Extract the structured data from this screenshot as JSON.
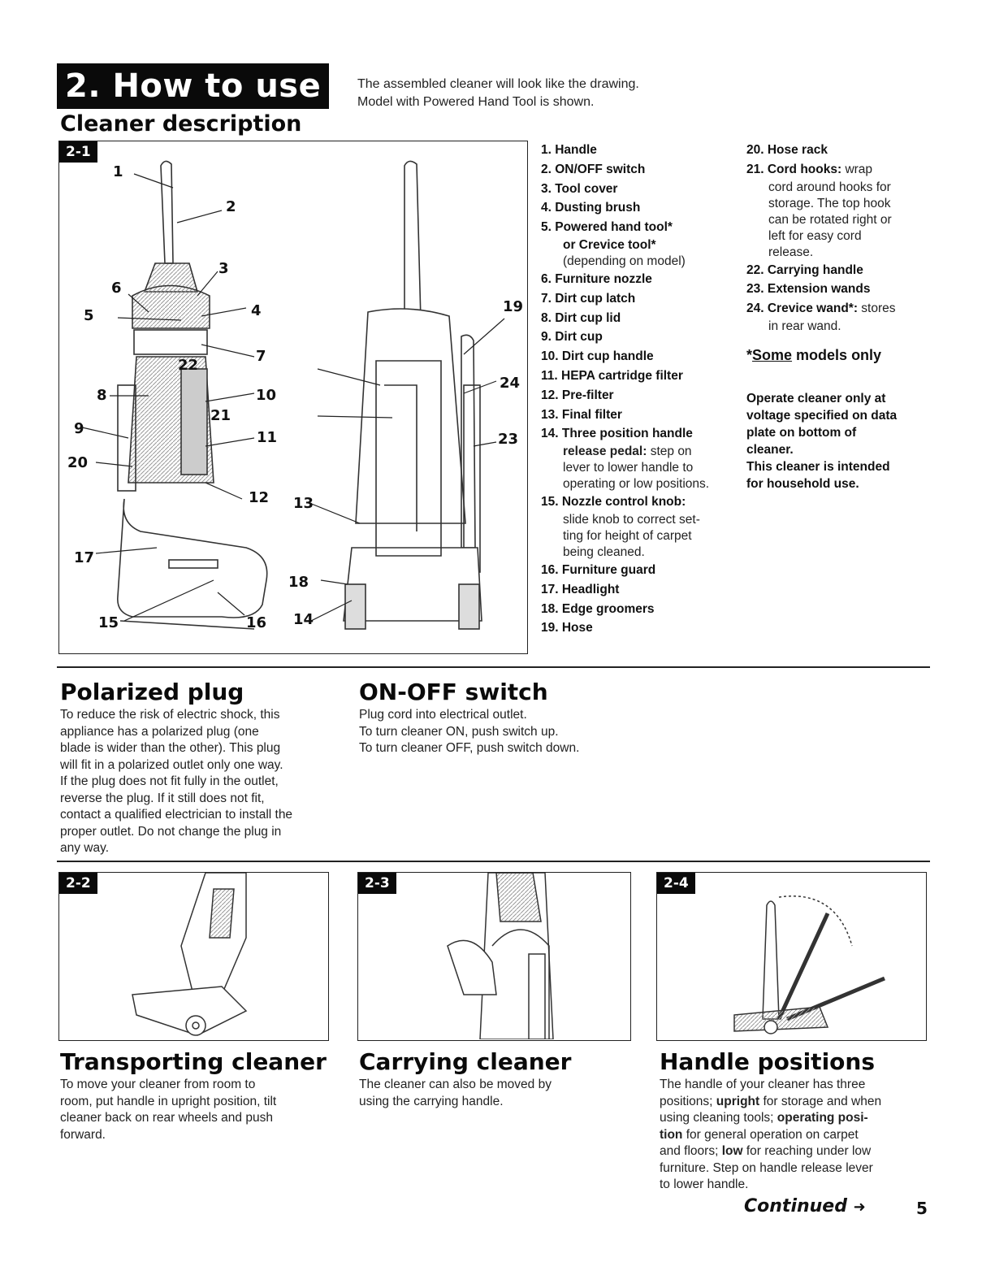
{
  "header": {
    "title": "2. How to use",
    "intro_line1": "The assembled cleaner will look like the drawing.",
    "intro_line2": "Model with Powered Hand Tool is shown.",
    "subtitle": "Cleaner description"
  },
  "figure_2_1": {
    "tag": "2-1",
    "callouts": [
      "1",
      "2",
      "3",
      "4",
      "5",
      "6",
      "7",
      "8",
      "9",
      "10",
      "11",
      "12",
      "13",
      "14",
      "15",
      "16",
      "17",
      "18",
      "19",
      "20",
      "21",
      "22",
      "23",
      "24"
    ]
  },
  "parts_col1": {
    "p1": "1. Handle",
    "p2": "2. ON/OFF switch",
    "p3": "3. Tool cover",
    "p4": "4. Dusting brush",
    "p5": "5. Powered hand tool*",
    "p5b": "or Crevice tool*",
    "p5c": "(depending on model)",
    "p6": "6. Furniture nozzle",
    "p7": "7. Dirt cup latch",
    "p8": "8. Dirt cup lid",
    "p9": "9. Dirt cup",
    "p10": "10. Dirt cup handle",
    "p11": "11. HEPA cartridge filter",
    "p12": "12. Pre-filter",
    "p13": "13. Final filter",
    "p14": "14. Three position handle",
    "p14b": "release pedal:",
    "p14c": " step on",
    "p14d": "lever to lower handle to",
    "p14e": "operating or low positions.",
    "p15": "15. Nozzle control knob:",
    "p15b": "slide knob to correct set-",
    "p15c": "ting for height of carpet",
    "p15d": "being cleaned.",
    "p16": "16. Furniture guard",
    "p17": "17. Headlight",
    "p18": "18. Edge groomers",
    "p19": "19. Hose"
  },
  "parts_col2": {
    "p20": "20. Hose rack",
    "p21": "21. Cord hooks:",
    "p21b": " wrap",
    "p21c": "cord around hooks for",
    "p21d": "storage. The top hook",
    "p21e": "can be rotated right or",
    "p21f": "left for easy cord",
    "p21g": "release.",
    "p22": "22. Carrying handle",
    "p23": "23. Extension wands",
    "p24": "24. Crevice wand*:",
    "p24b": " stores",
    "p24c": "in rear wand.",
    "some_prefix": "*",
    "some_u": "Some",
    "some_rest": " models only",
    "warn1": "Operate cleaner only at",
    "warn2": "voltage specified on data",
    "warn3": "plate on bottom of",
    "warn4": "cleaner.",
    "warn5": "This cleaner is intended",
    "warn6": "for household use."
  },
  "polarized": {
    "title": "Polarized plug",
    "l1": "To reduce the risk of electric shock, this",
    "l2": "appliance has a polarized plug (one",
    "l3": "blade is wider than the other). This plug",
    "l4": "will fit in a polarized outlet only one way.",
    "l5": "If the plug does not fit fully in the outlet,",
    "l6": "reverse the plug. If it still does not fit,",
    "l7": "contact a qualified electrician to install the",
    "l8": "proper outlet. Do not change the plug in",
    "l9": "any way."
  },
  "onoff": {
    "title": "ON-OFF switch",
    "l1": "Plug cord into electrical outlet.",
    "l2": "To turn cleaner ON, push switch up.",
    "l3": "To turn cleaner OFF, push switch down."
  },
  "fig22": {
    "tag": "2-2"
  },
  "fig23": {
    "tag": "2-3"
  },
  "fig24": {
    "tag": "2-4"
  },
  "transport": {
    "title": "Transporting cleaner",
    "l1": "To move your cleaner from room to",
    "l2": "room, put handle in upright position, tilt",
    "l3": "cleaner back on rear wheels and push",
    "l4": "forward."
  },
  "carry": {
    "title": "Carrying cleaner",
    "l1": "The cleaner can also be moved by",
    "l2": "using the carrying handle."
  },
  "handle": {
    "title": "Handle positions",
    "l1": "The handle of your cleaner has three",
    "l2a": "positions; ",
    "l2b": "upright",
    "l2c": " for storage and when",
    "l3a": "using cleaning tools; ",
    "l3b": "operating posi-",
    "l4a": "tion",
    "l4b": " for general operation on carpet",
    "l5a": "and floors; ",
    "l5b": "low",
    "l5c": " for reaching under low",
    "l6": "furniture. Step on handle release lever",
    "l7": "to lower handle."
  },
  "footer": {
    "continued": "Continued",
    "arrow": "➜",
    "page": "5"
  }
}
